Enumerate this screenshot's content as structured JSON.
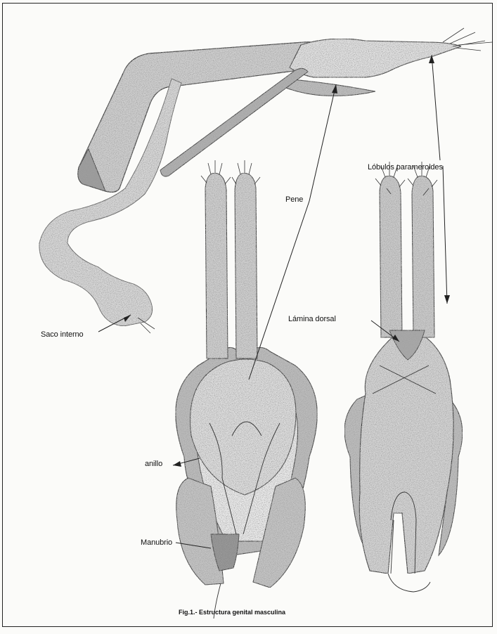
{
  "labels": {
    "lobulos": "Lóbulos parameroides",
    "pene": "Pene",
    "lamina": "Lámina dorsal",
    "saco": "Saco interno",
    "anillo": "anillo",
    "manubrio": "Manubrio"
  },
  "caption": "Fig.1.- Estructura genital masculina",
  "colors": {
    "ink": "#222222",
    "stipple": "#8a8a8a",
    "fill_light": "#dcdcdc",
    "fill_mid": "#c2c2c2",
    "fill_dark": "#9e9e9e"
  }
}
